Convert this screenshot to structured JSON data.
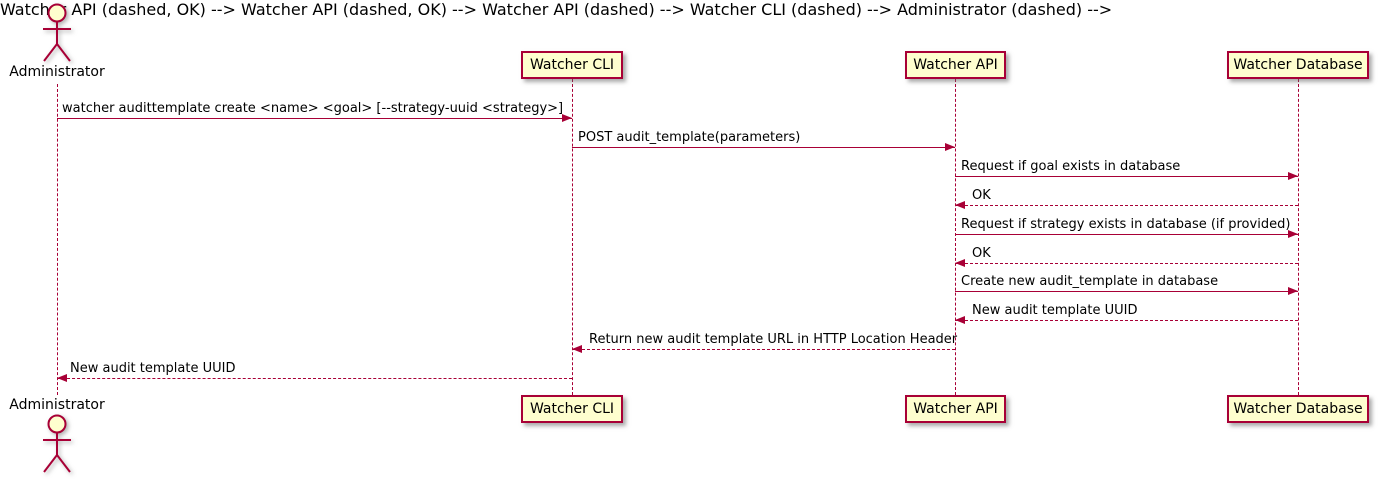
{
  "diagram": {
    "type": "sequence",
    "actor": {
      "name": "Administrator"
    },
    "participants": [
      {
        "name": "Watcher CLI"
      },
      {
        "name": "Watcher API"
      },
      {
        "name": "Watcher Database"
      }
    ],
    "messages": [
      {
        "from": "Administrator",
        "to": "Watcher CLI",
        "text": "watcher audittemplate create <name> <goal> [--strategy-uuid <strategy>]",
        "line": "solid",
        "direction": "right"
      },
      {
        "from": "Watcher CLI",
        "to": "Watcher API",
        "text": "POST audit_template(parameters)",
        "line": "solid",
        "direction": "right"
      },
      {
        "from": "Watcher API",
        "to": "Watcher Database",
        "text": "Request if goal exists in database",
        "line": "solid",
        "direction": "right"
      },
      {
        "from": "Watcher Database",
        "to": "Watcher API",
        "text": "OK",
        "line": "dashed",
        "direction": "left"
      },
      {
        "from": "Watcher API",
        "to": "Watcher Database",
        "text": "Request if strategy exists in database (if provided)",
        "line": "solid",
        "direction": "right"
      },
      {
        "from": "Watcher Database",
        "to": "Watcher API",
        "text": "OK",
        "line": "dashed",
        "direction": "left"
      },
      {
        "from": "Watcher API",
        "to": "Watcher Database",
        "text": "Create new audit_template in database",
        "line": "solid",
        "direction": "right"
      },
      {
        "from": "Watcher Database",
        "to": "Watcher API",
        "text": "New audit template UUID",
        "line": "dashed",
        "direction": "left"
      },
      {
        "from": "Watcher API",
        "to": "Watcher CLI",
        "text": "Return new audit template URL in HTTP Location Header",
        "line": "dashed",
        "direction": "left"
      },
      {
        "from": "Watcher CLI",
        "to": "Administrator",
        "text": "New audit template UUID",
        "line": "dashed",
        "direction": "left"
      }
    ],
    "colors": {
      "participant_fill": "#FEFECE",
      "stroke": "#A80036",
      "text": "#000000",
      "background": "#FFFFFF"
    }
  }
}
